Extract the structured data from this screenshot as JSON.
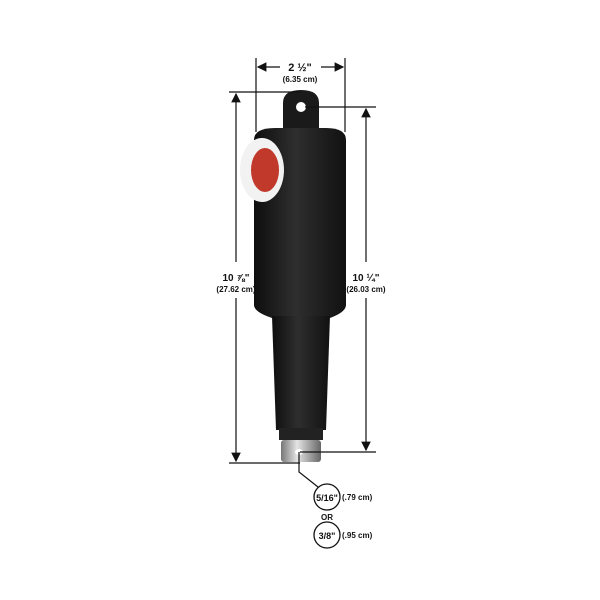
{
  "dimensions": {
    "width": {
      "imperial": "2 ½\"",
      "metric": "(6.35 cm)"
    },
    "overall_length": {
      "imperial": "10 ⅞\"",
      "metric": "(27.62 cm)"
    },
    "pin_to_pin_length": {
      "imperial": "10 ¼\"",
      "metric": "(26.03 cm)"
    },
    "pin_options": [
      {
        "imperial": "5/16\"",
        "metric": "(.79 cm)"
      },
      {
        "imperial": "3/8\"",
        "metric": "(.95 cm)"
      }
    ],
    "or_label": "OR"
  },
  "colors": {
    "body": "#1c1c1c",
    "logo_red": "#c0392b",
    "chrome": "#b8b8b8"
  }
}
